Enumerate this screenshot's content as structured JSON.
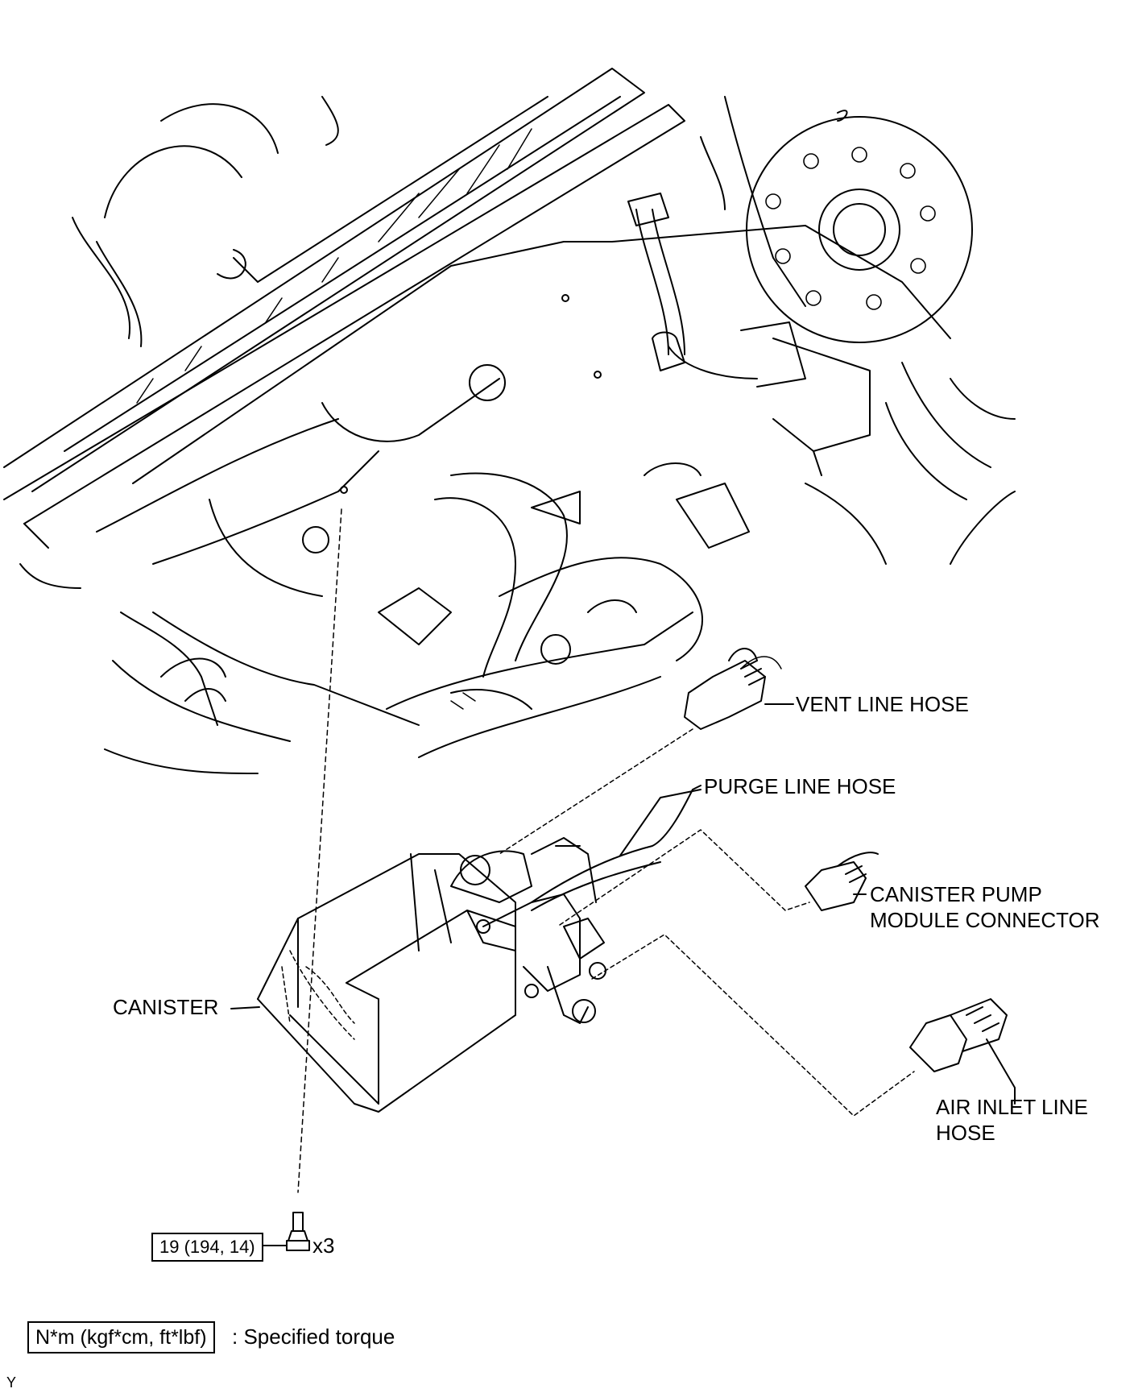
{
  "labels": {
    "vent_line_hose": "VENT LINE HOSE",
    "purge_line_hose": "PURGE LINE HOSE",
    "canister_pump_line1": "CANISTER PUMP",
    "canister_pump_line2": "MODULE CONNECTOR",
    "canister": "CANISTER",
    "air_inlet_line1": "AIR INLET LINE",
    "air_inlet_line2": "HOSE"
  },
  "torque": {
    "value": "19 (194, 14)",
    "quantity": "x3"
  },
  "legend": {
    "units": "N*m (kgf*cm, ft*lbf)",
    "description": ": Specified torque"
  },
  "footer_code": "Y"
}
